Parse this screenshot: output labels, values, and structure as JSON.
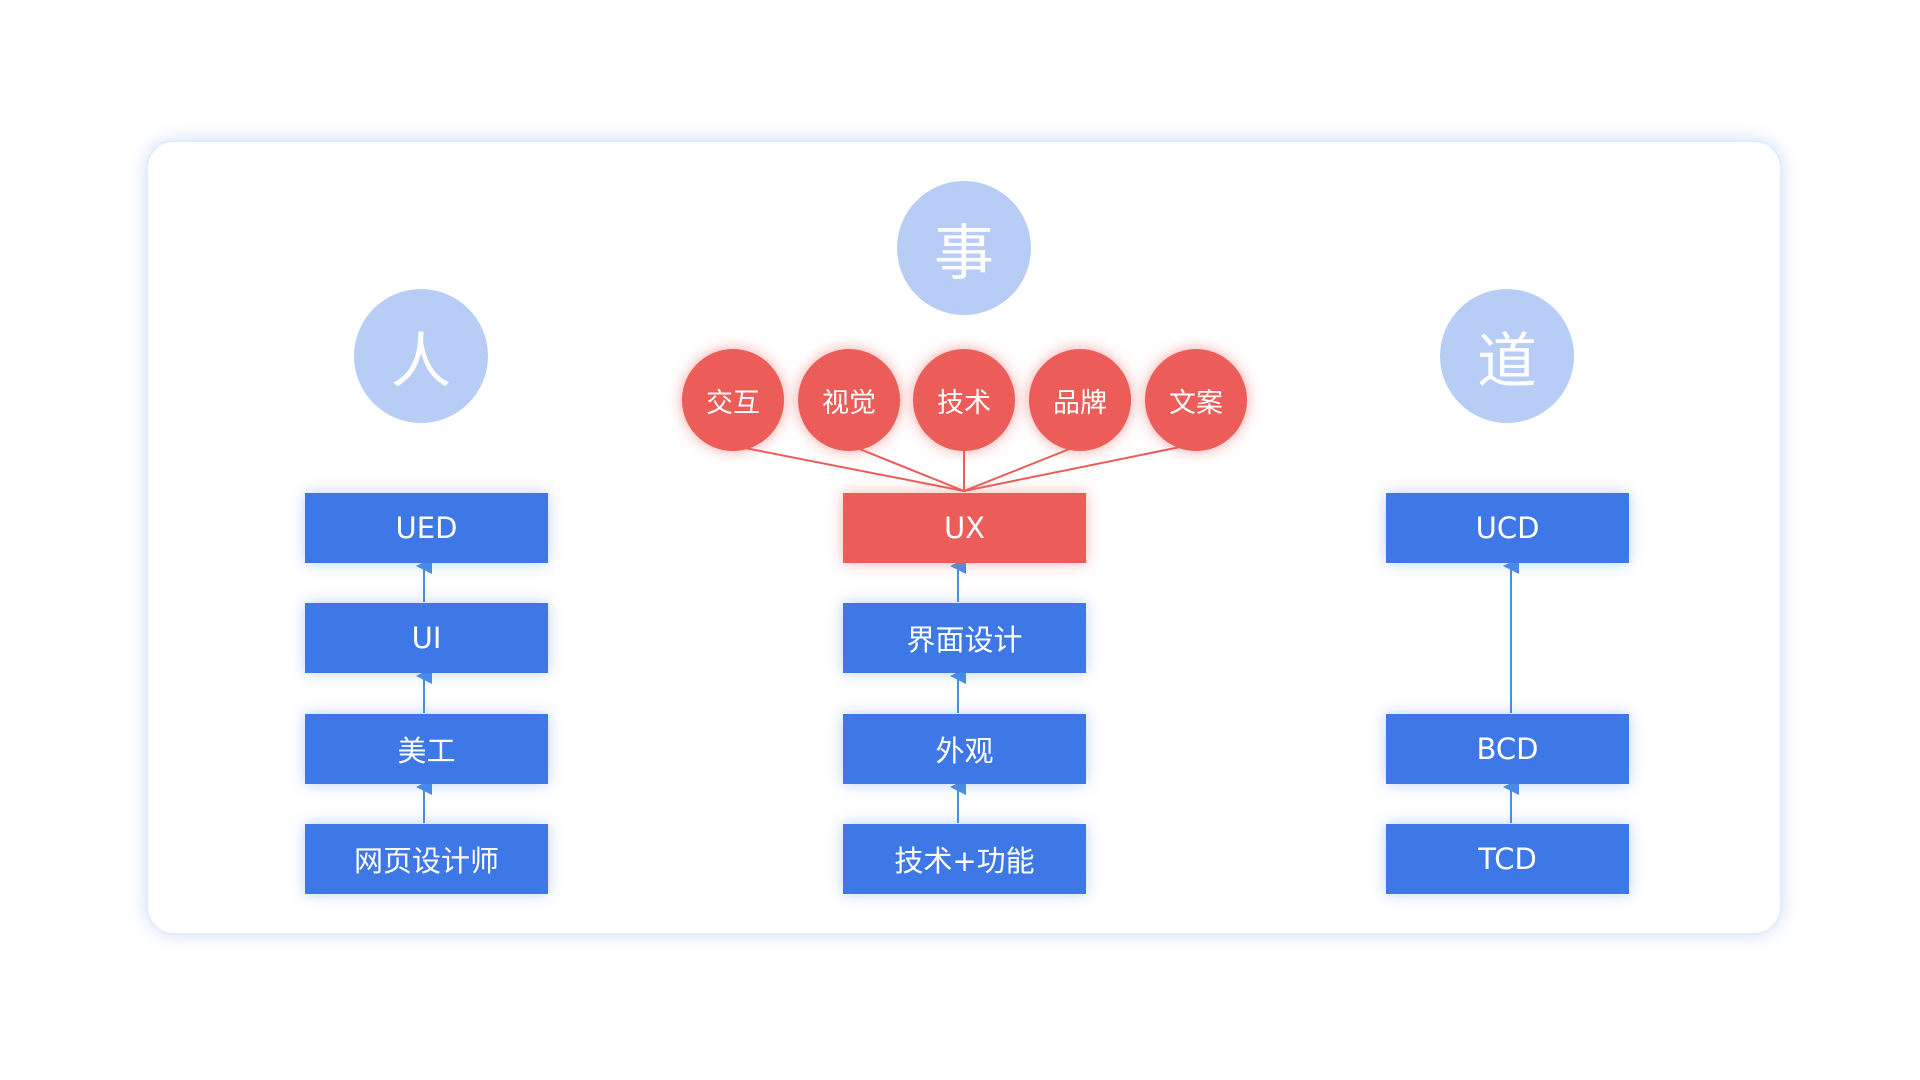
{
  "columns": {
    "left": {
      "heading": "人",
      "boxes": [
        "UED",
        "UI",
        "美工",
        "网页设计师"
      ]
    },
    "center": {
      "heading": "事",
      "facets": [
        "交互",
        "视觉",
        "技术",
        "品牌",
        "文案"
      ],
      "boxes": [
        "UX",
        "界面设计",
        "外观",
        "技术+功能"
      ]
    },
    "right": {
      "heading": "道",
      "boxes": [
        "UCD",
        "BCD",
        "TCD"
      ]
    }
  },
  "colors": {
    "blue_box": "#3e78e6",
    "red_accent": "#ec5c58",
    "light_circle": "#b7cdf6",
    "arrow_blue": "#4a8ee8"
  }
}
